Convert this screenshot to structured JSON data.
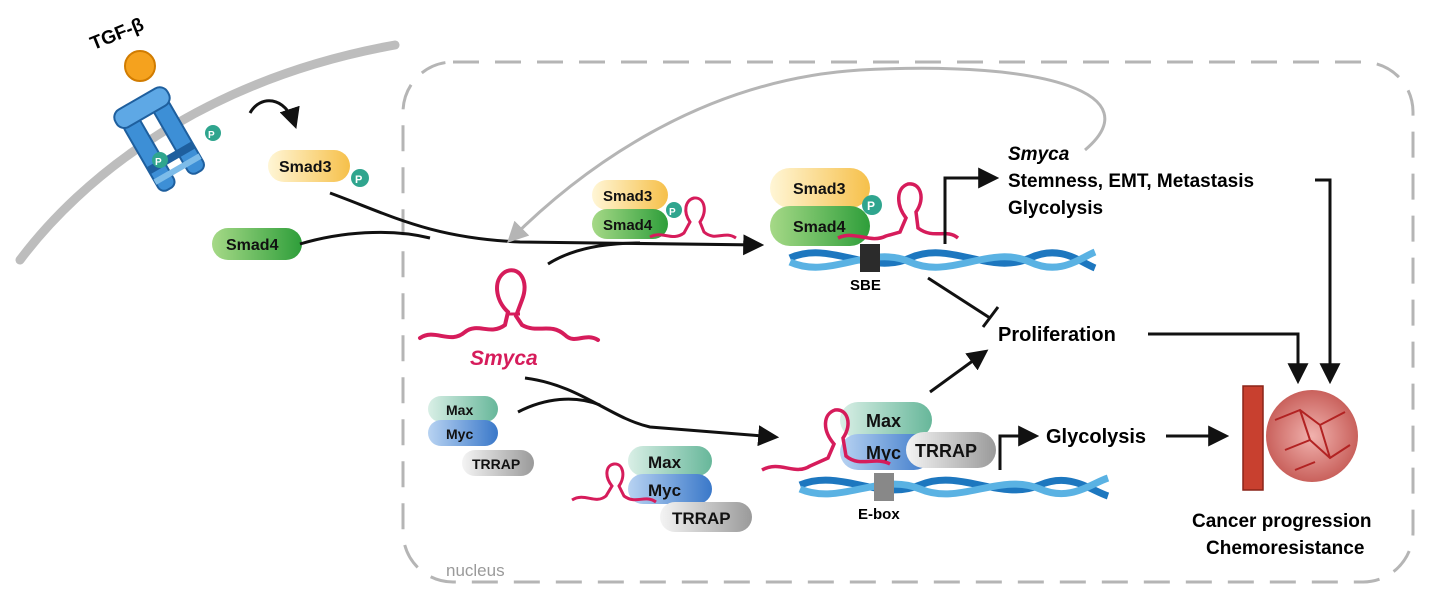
{
  "ligand": {
    "label": "TGF-β"
  },
  "membrane": {
    "p_labels": [
      "P",
      "P"
    ]
  },
  "cytoplasm": {
    "smad3": "Smad3",
    "smad4": "Smad4",
    "p": "P"
  },
  "nucleus": {
    "label": "nucleus",
    "lncrna": "Smyca",
    "complex1": {
      "smad3": "Smad3",
      "smad4": "Smad4",
      "p": "P"
    },
    "complex2": {
      "smad3": "Smad3",
      "smad4": "Smad4",
      "p": "P",
      "element": "SBE"
    },
    "free_proteins": {
      "max": "Max",
      "myc": "Myc",
      "trrap": "TRRAP"
    },
    "complex3": {
      "max": "Max",
      "myc": "Myc",
      "trrap": "TRRAP"
    },
    "complex4": {
      "max": "Max",
      "myc": "Myc",
      "trrap": "TRRAP",
      "element": "E-box"
    }
  },
  "outcomes": {
    "smyca": "Smyca",
    "stemness": "Stemness, EMT, Metastasis",
    "glycolysis_top": "Glycolysis",
    "proliferation": "Proliferation",
    "glycolysis_bottom": "Glycolysis",
    "cancer_progression": "Cancer progression",
    "chemoresistance": "Chemoresistance"
  }
}
